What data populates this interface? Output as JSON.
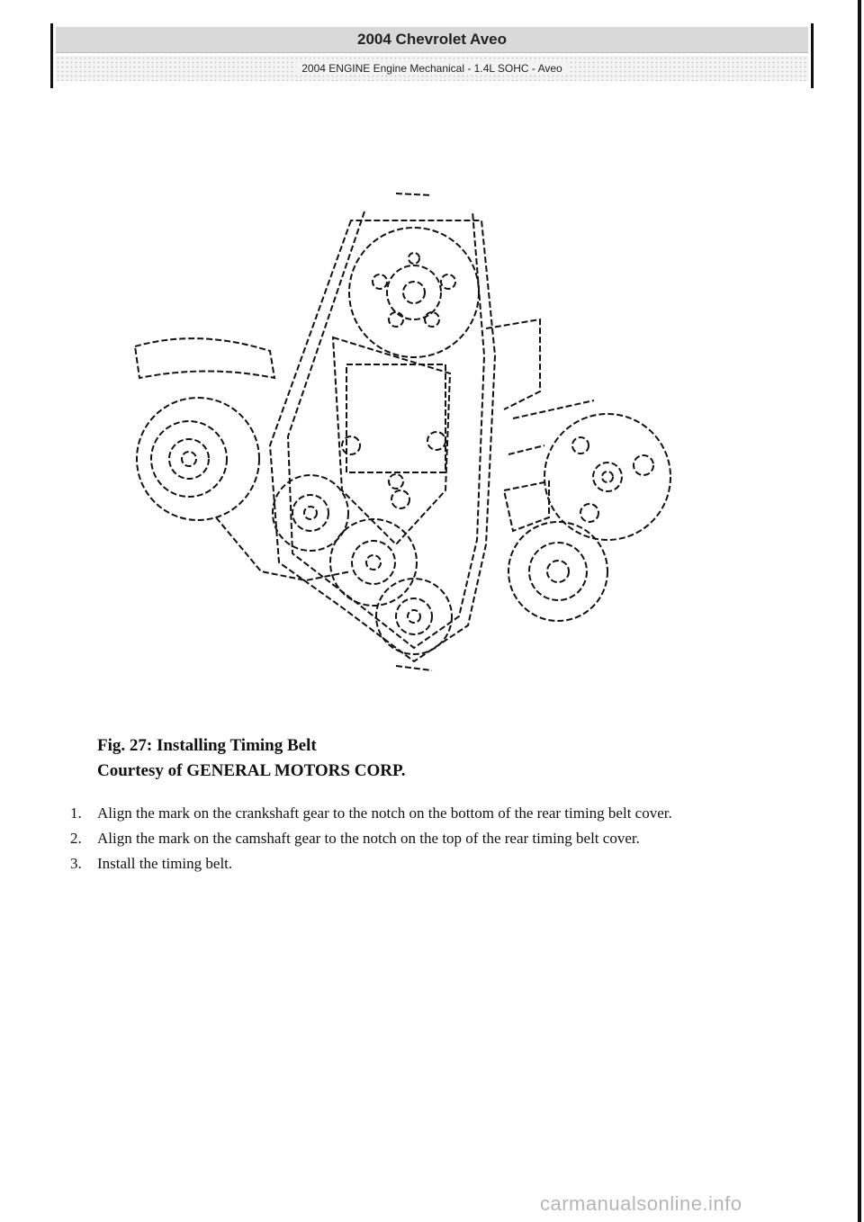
{
  "header": {
    "title": "2004 Chevrolet Aveo",
    "subtitle": "2004 ENGINE Engine Mechanical - 1.4L SOHC - Aveo"
  },
  "figure": {
    "caption_line1": "Fig. 27: Installing Timing Belt",
    "caption_line2": "Courtesy of GENERAL MOTORS CORP."
  },
  "steps": [
    {
      "num": "1.",
      "text": "Align the mark on the crankshaft gear to the notch on the bottom of the rear timing belt cover."
    },
    {
      "num": "2.",
      "text": "Align the mark on the camshaft gear to the notch on the top of the rear timing belt cover."
    },
    {
      "num": "3.",
      "text": "Install the timing belt."
    }
  ],
  "watermark": "carmanualsonline.info"
}
